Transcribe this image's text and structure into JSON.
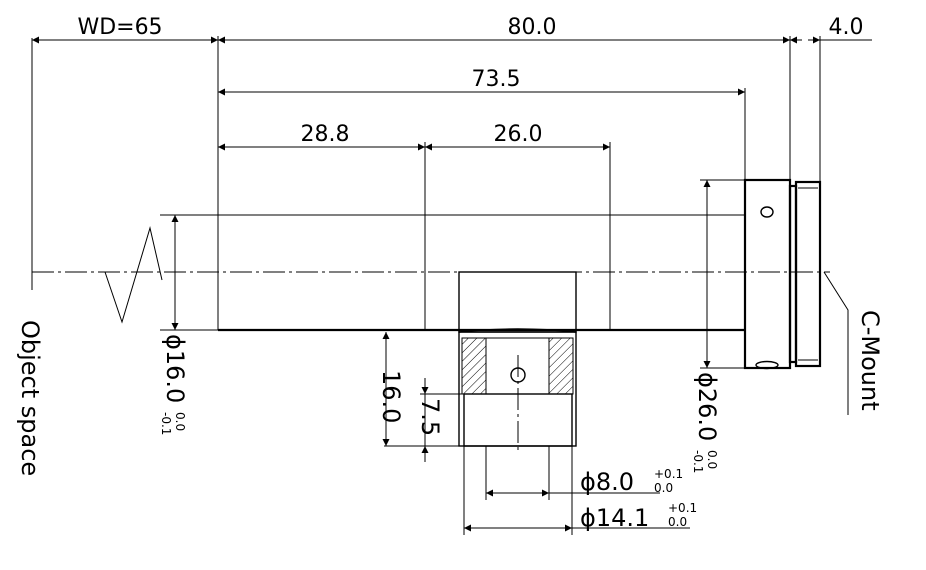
{
  "dimensions": {
    "wd": "WD=65",
    "total_length": "80.0",
    "mount_length": "4.0",
    "body_length": "73.5",
    "seg1": "28.8",
    "seg2": "26.0",
    "side_height": "16.0",
    "side_port_depth": "7.5"
  },
  "diameters": {
    "barrel": {
      "main": "ϕ16.0",
      "tol_top": "0.0",
      "tol_bottom": "-0.1"
    },
    "front": {
      "main": "ϕ26.0",
      "tol_top": "0.0",
      "tol_bottom": "-0.1"
    },
    "port_inner": {
      "main": "ϕ8.0",
      "tol_top": "+0.1",
      "tol_bottom": "0.0"
    },
    "port_outer": {
      "main": "ϕ14.1",
      "tol_top": "+0.1",
      "tol_bottom": "0.0"
    }
  },
  "labels": {
    "object_space": "Object space",
    "mount": "C-Mount"
  }
}
